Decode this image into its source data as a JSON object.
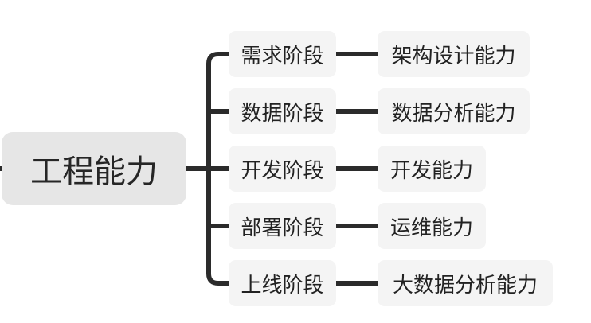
{
  "mindmap": {
    "root": {
      "label": "工程能力"
    },
    "branches": [
      {
        "stage": "需求阶段",
        "ability": "架构设计能力"
      },
      {
        "stage": "数据阶段",
        "ability": "数据分析能力"
      },
      {
        "stage": "开发阶段",
        "ability": "开发能力"
      },
      {
        "stage": "部署阶段",
        "ability": "运维能力"
      },
      {
        "stage": "上线阶段",
        "ability": "大数据分析能力"
      }
    ]
  },
  "colors": {
    "connector": "#2b2b2b",
    "root_fill": "#e6e6e6",
    "node_fill": "#f4f4f4",
    "text": "#222222"
  }
}
